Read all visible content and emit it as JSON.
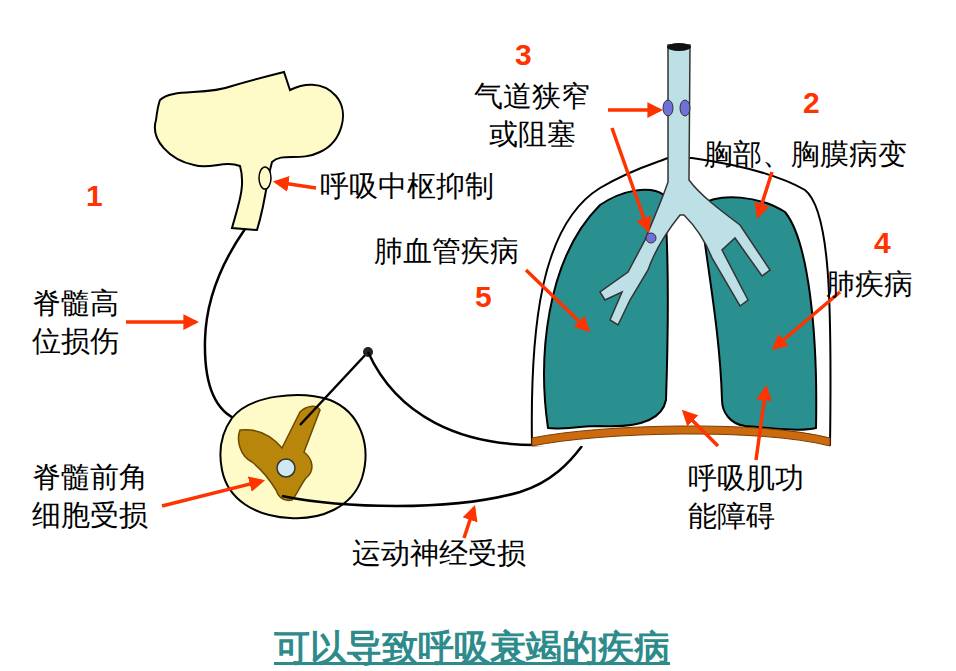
{
  "diagram": {
    "title": "可以导致呼吸衰竭的疾病",
    "labels": [
      "3",
      "气道狭窄 或阻塞",
      "2",
      "胸部、胸膜病变",
      "1",
      "呼吸中枢抑制",
      "肺血管疾病",
      "4",
      "肺疾病",
      "5",
      "脊髓高 位损伤",
      "脊髓前角 细胞受损",
      "呼吸肌功 能障碍",
      "运动神经受损"
    ]
  }
}
